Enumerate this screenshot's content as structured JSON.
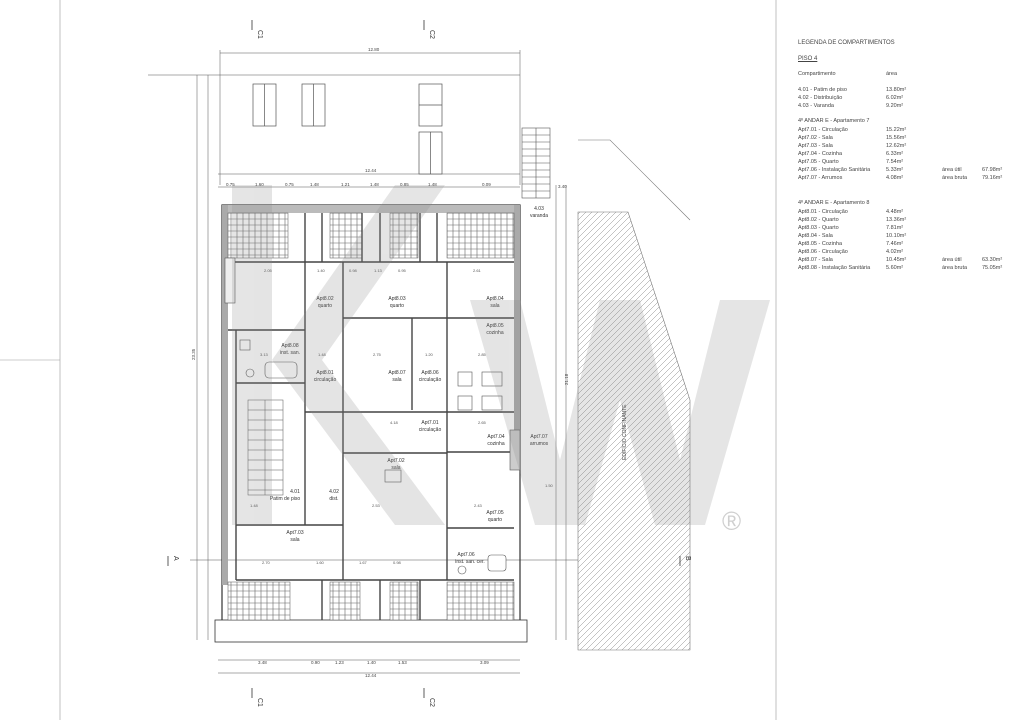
{
  "legend": {
    "title": "LEGENDA DE COMPARTIMENTOS",
    "floor": "PISO 4",
    "col_room": "Compartimento",
    "col_area": "área",
    "common": [
      {
        "name": "4.01 - Patim de piso",
        "area": "13.80m²"
      },
      {
        "name": "4.02 - Distribuição",
        "area": "6.02m²"
      },
      {
        "name": "4.03 - Varanda",
        "area": "9.20m²"
      }
    ],
    "apt7_title": "4º ANDAR E - Apartamento 7",
    "apt7": [
      {
        "name": "Apt7.01 - Circulação",
        "area": "15.22m²"
      },
      {
        "name": "Apt7.02 - Sala",
        "area": "15.56m²"
      },
      {
        "name": "Apt7.03 - Sala",
        "area": "12.62m²"
      },
      {
        "name": "Apt7.04 - Cozinha",
        "area": "6.33m²"
      },
      {
        "name": "Apt7.05 - Quarto",
        "area": "7.54m²"
      },
      {
        "name": "Apt7.06 - Instalação Sanitária",
        "area": "5.33m²",
        "k": "área útil",
        "v": "67.98m²"
      },
      {
        "name": "Apt7.07 - Arrumos",
        "area": "4.08m²",
        "k": "área bruta",
        "v": "79.16m²"
      }
    ],
    "apt8_title": "4º ANDAR E - Apartamento 8",
    "apt8": [
      {
        "name": "Apt8.01 - Circulação",
        "area": "4.48m²"
      },
      {
        "name": "Apt8.02 - Quarto",
        "area": "13.36m²"
      },
      {
        "name": "Apt8.03 - Quarto",
        "area": "7.81m²"
      },
      {
        "name": "Apt8.04 - Sala",
        "area": "10.10m²"
      },
      {
        "name": "Apt8.05 - Cozinha",
        "area": "7.46m²"
      },
      {
        "name": "Apt8.06 - Circulação",
        "area": "4.02m²"
      },
      {
        "name": "Apt8.07 - Sala",
        "area": "10.45m²",
        "k": "área útil",
        "v": "63.30m²"
      },
      {
        "name": "Apt8.08 - Instalação Sanitária",
        "area": "5.60m²",
        "k": "área bruta",
        "v": "75.05m²"
      }
    ]
  },
  "section_marks": {
    "c1": "C1",
    "c2": "C2",
    "a": "A",
    "b": "B"
  },
  "neighbour": "EDIFÍCIO CONFINANTE",
  "watermark": "KW",
  "registered": "®",
  "dims": {
    "top_total": "12.80",
    "row_total": "12.44",
    "top_segments": [
      "0.75",
      "1.60",
      "0.75",
      "1.48",
      "1.21",
      "1.48",
      "0.85",
      "1.48",
      "0.09"
    ],
    "bottom_total": "12.44",
    "bottom_segments": [
      "3.48",
      "0.90",
      "1.23",
      "1.40",
      "1.53",
      "3.09"
    ],
    "left_total": "23.35",
    "right_total": "21.18",
    "right_dim": "3.40"
  },
  "rooms": {
    "apt8_02": [
      "Apt8.02",
      "quarto"
    ],
    "apt8_03": [
      "Apt8.03",
      "quarto"
    ],
    "apt8_04": [
      "Apt8.04",
      "sala"
    ],
    "apt8_05": [
      "Apt8.05",
      "cozinha"
    ],
    "apt8_08": [
      "Apt8.08",
      "inst. san."
    ],
    "apt8_01": [
      "Apt8.01",
      "circulação"
    ],
    "apt8_07": [
      "Apt8.07",
      "sala"
    ],
    "apt8_06": [
      "Apt8.06",
      "circulação"
    ],
    "apt7_01": [
      "Apt7.01",
      "circulação"
    ],
    "apt7_04": [
      "Apt7.04",
      "cozinha"
    ],
    "apt7_07": [
      "Apt7.07",
      "arrumos"
    ],
    "apt7_02": [
      "Apt7.02",
      "sala"
    ],
    "r4_01": [
      "4.01",
      "Patim de piso"
    ],
    "r4_02": [
      "4.02",
      "dist."
    ],
    "apt7_05": [
      "Apt7.05",
      "quarto"
    ],
    "apt7_03": [
      "Apt7.03",
      "sala"
    ],
    "apt7_06": [
      "Apt7.06",
      "inst. san. cer."
    ],
    "r4_03": [
      "4.03",
      "varanda"
    ]
  },
  "inner_dims": {
    "d1": "2.05",
    "d2": "1.40",
    "d3": "0.98",
    "d4": "1.13",
    "d5": "0.95",
    "d6": "2.61",
    "d7": "3.13",
    "d8": "1.48",
    "d9": "2.75",
    "d10": "1.20",
    "d11": "2.85",
    "d12": "4.18",
    "d13": "2.65",
    "d14": "2.43",
    "d15": "2.70",
    "d16": "1.60",
    "d17": "1.67",
    "d18": "0.98",
    "d19": "2.53",
    "d20": "1.50",
    "d21": "1.48"
  }
}
